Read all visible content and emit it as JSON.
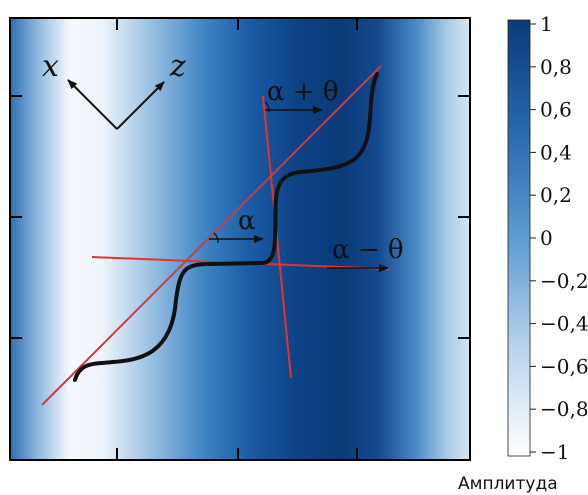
{
  "axes_labels": {
    "x": "x",
    "z": "z"
  },
  "angle_labels": {
    "alpha": "α",
    "alpha_plus_theta": "α + θ",
    "alpha_minus_theta": "α − θ"
  },
  "colorbar": {
    "title": "Амплитуда",
    "ticks": [
      "1",
      "0,8",
      "0,6",
      "0,4",
      "0,2",
      "0",
      "−0,2",
      "−0,4",
      "−0,6",
      "−0,8",
      "−1"
    ],
    "max_color": "#0a3b78",
    "mid_color": "#5d9bd0",
    "min_color": "#ffffff"
  },
  "colors": {
    "line_red": "#e8312f",
    "curve_black": "#111111",
    "frame": "#000000"
  }
}
